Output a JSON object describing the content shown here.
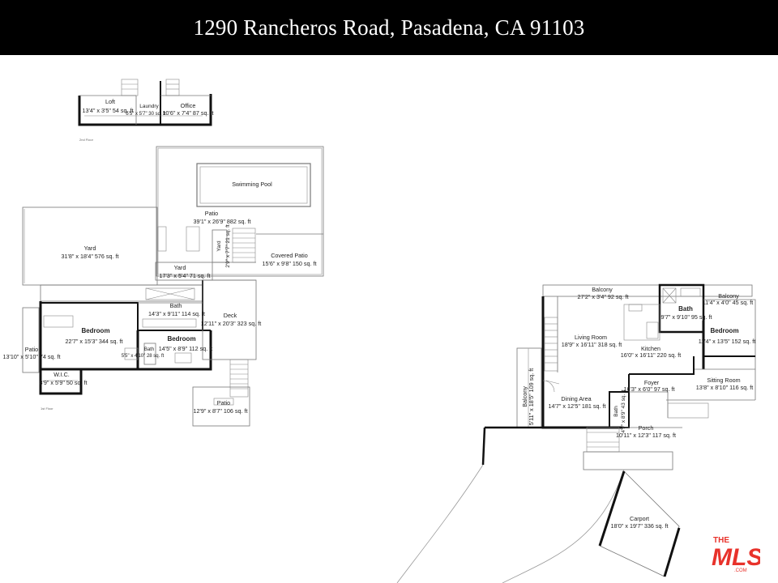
{
  "header": {
    "address": "1290 Rancheros Road, Pasadena, CA 91103"
  },
  "plan_left": {
    "floor2_label": "2nd Floor",
    "floor1_label": "1st Floor",
    "rooms": {
      "loft": {
        "name": "Loft",
        "dims": "13'4\" x 3'5\" 54 sq. ft"
      },
      "laundry": {
        "name": "Laundry",
        "dims": "5'5\" x 5'7\" 30 sq. ft"
      },
      "office": {
        "name": "Office",
        "dims": "10'6\" x 7'4\" 87 sq. ft"
      },
      "pool": {
        "name": "Swimming Pool"
      },
      "patio_main": {
        "name": "Patio",
        "dims": "39'1\" x 26'9\" 882 sq. ft"
      },
      "yard_big": {
        "name": "Yard",
        "dims": "31'8\" x 18'4\" 576 sq. ft"
      },
      "yard_narrow": {
        "name": "Yard",
        "dims": "2'9\" x 7'7\" 21 sq. ft"
      },
      "covered_patio": {
        "name": "Covered Patio",
        "dims": "15'6\" x 9'8\" 150 sq. ft"
      },
      "yard_small": {
        "name": "Yard",
        "dims": "17'3\" x 5'4\" 71 sq. ft"
      },
      "bath_upper": {
        "name": "Bath",
        "dims": "14'3\" x 9'11\" 114 sq. ft"
      },
      "deck": {
        "name": "Deck",
        "dims": "12'11\" x 20'3\" 323 sq. ft"
      },
      "bedroom_left": {
        "name": "Bedroom",
        "dims": "22'7\" x 15'3\" 344 sq. ft"
      },
      "bedroom_mid": {
        "name": "Bedroom",
        "dims": "14'5\" x 8'9\" 112 sq. ft"
      },
      "bath_small": {
        "name": "Bath",
        "dims": "5'5\" x 4'10\" 28 sq. ft"
      },
      "patio_left": {
        "name": "Patio",
        "dims": "13'10\" x 5'10\" 74 sq. ft"
      },
      "wic": {
        "name": "W.I.C.",
        "dims": "8'9\" x 5'9\" 50 sq. ft"
      },
      "patio_bottom": {
        "name": "Patio",
        "dims": "12'9\" x 8'7\" 106 sq. ft"
      }
    }
  },
  "plan_right": {
    "rooms": {
      "balcony_top": {
        "name": "Balcony",
        "dims": "27'2\" x 3'4\" 92 sq. ft"
      },
      "bath": {
        "name": "Bath",
        "dims": "9'7\" x 9'10\" 95 sq. ft"
      },
      "balcony_right": {
        "name": "Balcony",
        "dims": "11'4\" x 4'0\" 45 sq. ft"
      },
      "living_room": {
        "name": "Living Room",
        "dims": "18'9\" x 16'11\" 318 sq. ft"
      },
      "kitchen": {
        "name": "Kitchen",
        "dims": "16'0\" x 16'11\" 220 sq. ft"
      },
      "bedroom": {
        "name": "Bedroom",
        "dims": "11'4\" x 13'5\" 152 sq. ft"
      },
      "sitting_room": {
        "name": "Sitting Room",
        "dims": "13'8\" x 8'10\" 116 sq. ft"
      },
      "foyer": {
        "name": "Foyer",
        "dims": "16'3\" x 6'0\" 97 sq. ft"
      },
      "balcony_left": {
        "name": "Balcony",
        "dims": "5'11\" x 18'5\" 109 sq. ft"
      },
      "dining_area": {
        "name": "Dining Area",
        "dims": "14'7\" x 12'5\" 181 sq. ft"
      },
      "bath_narrow": {
        "name": "Bath",
        "dims": "4'9\" x 8'9\" 43 sq. ft"
      },
      "porch": {
        "name": "Porch",
        "dims": "10'11\" x 12'3\" 117 sq. ft"
      },
      "carport": {
        "name": "Carport",
        "dims": "18'0\" x 19'7\" 336 sq. ft"
      }
    }
  },
  "logo": {
    "text": "THE MLS",
    "suffix": ".COM",
    "color": "#e8322b"
  }
}
